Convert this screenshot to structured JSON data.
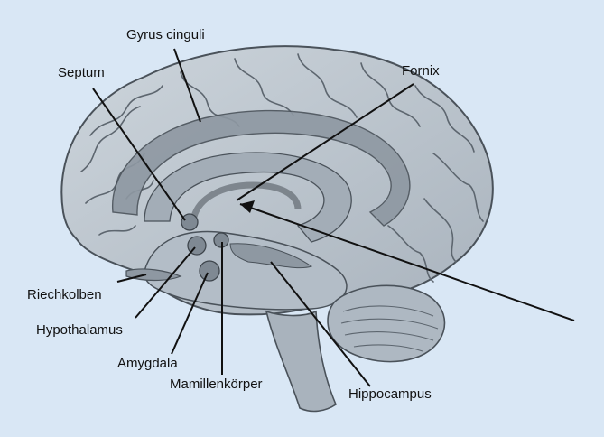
{
  "labels": {
    "gyrus_cinguli": "Gyrus cinguli",
    "septum": "Septum",
    "fornix": "Fornix",
    "riechkolben": "Riechkolben",
    "hypothalamus": "Hypothalamus",
    "amygdala": "Amygdala",
    "mamillenkoerper": "Mamillenkörper",
    "hippocampus": "Hippocampus"
  },
  "colors": {
    "background": "#d9e7f5",
    "cortex": "#b9c3cd",
    "limbic_band": "#8e98a2",
    "outline": "#4a525a",
    "leader": "#111111"
  }
}
